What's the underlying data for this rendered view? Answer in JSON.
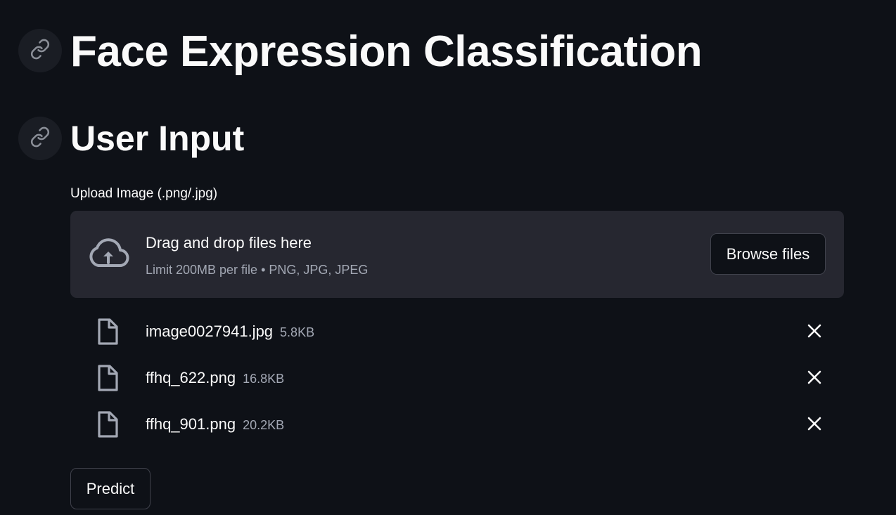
{
  "header": {
    "title": "Face Expression Classification"
  },
  "section": {
    "title": "User Input"
  },
  "uploader": {
    "label": "Upload Image (.png/.jpg)",
    "drop_title": "Drag and drop files here",
    "drop_limit": "Limit 200MB per file • PNG, JPG, JPEG",
    "browse_label": "Browse files",
    "cloud_icon": "cloud-upload-icon"
  },
  "files": [
    {
      "name": "image0027941.jpg",
      "size": "5.8KB",
      "icon": "file-icon"
    },
    {
      "name": "ffhq_622.png",
      "size": "16.8KB",
      "icon": "file-icon"
    },
    {
      "name": "ffhq_901.png",
      "size": "20.2KB",
      "icon": "file-icon"
    }
  ],
  "actions": {
    "predict_label": "Predict"
  },
  "colors": {
    "background": "#0e1117",
    "dropzone": "#262730",
    "text": "#fafafa",
    "muted_text": "#a3a8b4"
  }
}
